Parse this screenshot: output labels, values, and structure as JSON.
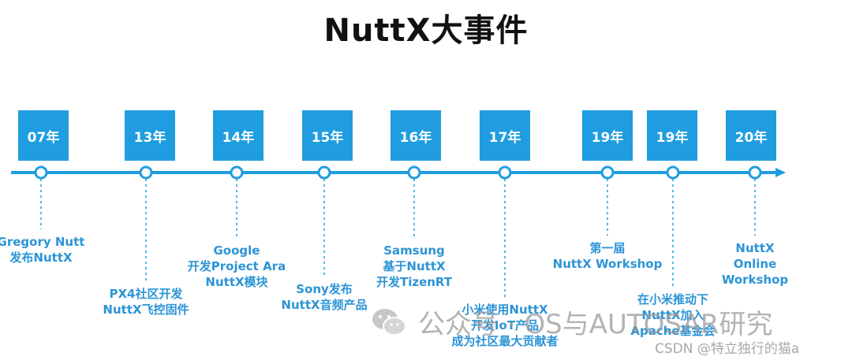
{
  "title": "NuttX大事件",
  "colors": {
    "accent": "#1f9de0",
    "text": "#2c94d6"
  },
  "milestones": [
    {
      "year": "07年",
      "lines": [
        "Gregory Nutt",
        "发布NuttX"
      ]
    },
    {
      "year": "13年",
      "lines": [
        "PX4社区开发",
        "NuttX飞控固件"
      ]
    },
    {
      "year": "14年",
      "lines": [
        "Google",
        "开发Project Ara",
        "NuttX模块"
      ]
    },
    {
      "year": "15年",
      "lines": [
        "Sony发布",
        "NuttX音频产品"
      ]
    },
    {
      "year": "16年",
      "lines": [
        "Samsung",
        "基于NuttX",
        "开发TizenRT"
      ]
    },
    {
      "year": "17年",
      "lines": [
        "小米使用NuttX",
        "开发IoT产品",
        "成为社区最大贡献者"
      ]
    },
    {
      "year": "19年",
      "lines": [
        "第一届",
        "NuttX Workshop"
      ]
    },
    {
      "year": "19年",
      "lines": [
        "在小米推动下",
        "NuttX加入",
        "Apache基金会"
      ]
    },
    {
      "year": "20年",
      "lines": [
        "NuttX",
        "Online",
        "Workshop"
      ]
    }
  ],
  "watermark": {
    "icon": "wechat-icon",
    "text": "公众号 · OS与AUTOSAR研究"
  },
  "credit": "CSDN @特立独行的猫a"
}
